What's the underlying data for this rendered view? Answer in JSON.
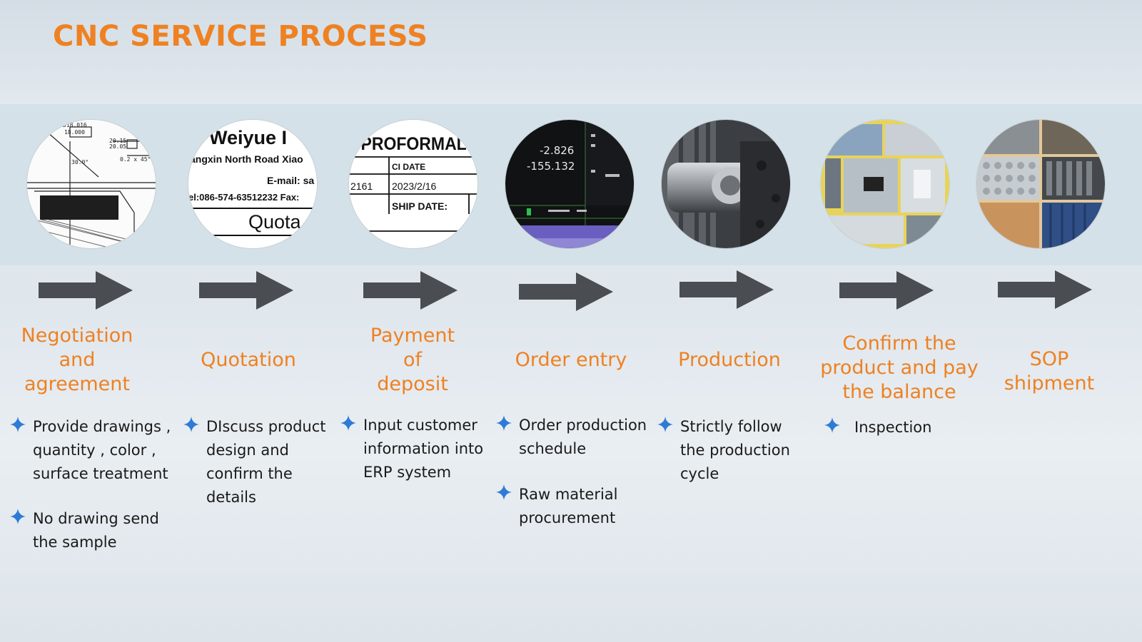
{
  "title": "CNC SERVICE PROCESS",
  "colors": {
    "accent": "#ee8122",
    "arrow": "#4a4d51",
    "star": "#2e7bd6",
    "band": "#d4e1e8"
  },
  "steps": [
    {
      "label": "Negotiation\nand\nagreement",
      "image": "engineering-drawing",
      "bullets": [
        "Provide drawings ,\nquantity , color ,\n surface treatment",
        "No drawing send\n the sample"
      ]
    },
    {
      "label": "Quotation",
      "image": "quotation-document",
      "image_text": [
        "i Weiyue I",
        "angxin North Road Xiao",
        "E-mail:  sa",
        "el:086-574-63512232 Fax:",
        "Quota"
      ],
      "bullets": [
        "DIscuss product\ndesign and\nconfirm the\ndetails"
      ]
    },
    {
      "label": "Payment\nof\ndeposit",
      "image": "proforma-invoice",
      "image_text": [
        "PROFORMAL IN",
        "CI DATE",
        "2161",
        "2023/2/16",
        "SHIP DATE:"
      ],
      "bullets": [
        "Input customer\ninformation into\nERP system"
      ]
    },
    {
      "label": "Order entry",
      "image": "cnc-control-screen",
      "image_text": [
        "-2.826",
        "-155.132"
      ],
      "bullets": [
        "Order production\nschedule",
        "Raw material\nprocurement"
      ]
    },
    {
      "label": "Production",
      "image": "cnc-machine-spindle",
      "bullets": [
        "Strictly follow\nthe production\ncycle"
      ]
    },
    {
      "label": "Confirm the\nproduct and pay\nthe balance",
      "image": "inspection-collage",
      "bullets": [
        "Inspection"
      ]
    },
    {
      "label": "SOP\nshipment",
      "image": "shipment-collage",
      "bullets": []
    }
  ]
}
